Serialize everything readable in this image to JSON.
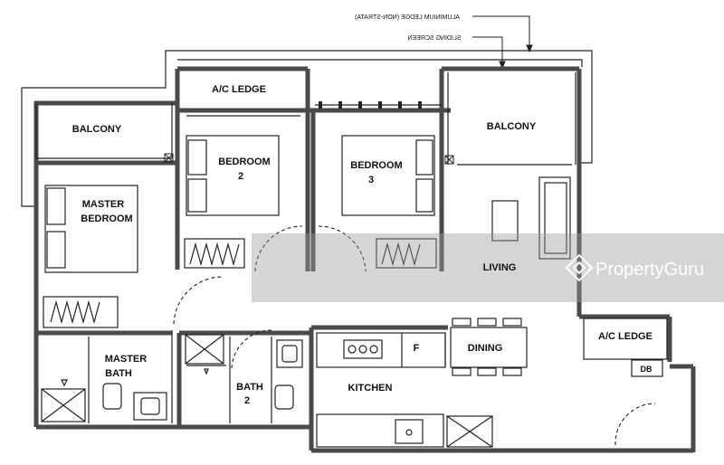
{
  "rooms": {
    "ac_ledge_top": "A/C LEDGE",
    "balcony_left": "BALCONY",
    "balcony_right": "BALCONY",
    "bedroom2_a": "BEDROOM",
    "bedroom2_b": "2",
    "bedroom3_a": "BEDROOM",
    "bedroom3_b": "3",
    "master_a": "MASTER",
    "master_b": "BEDROOM",
    "living": "LIVING",
    "ac_ledge_right": "A/C LEDGE",
    "db": "DB",
    "master_bath_a": "MASTER",
    "master_bath_b": "BATH",
    "bath2_a": "BATH",
    "bath2_b": "2",
    "kitchen": "KITCHEN",
    "dining": "DINING",
    "fridge": "F"
  },
  "callouts": {
    "aluminium_ledge": "ALUMINIUM LEDGE (NON-STRATA)",
    "sliding_screen": "SLIDING SCREEN"
  },
  "watermark": {
    "brand": "PropertyGuru"
  },
  "colors": {
    "wall": "#4a4a4a",
    "line": "#222222",
    "watermark_band": "#9a9a9a"
  }
}
